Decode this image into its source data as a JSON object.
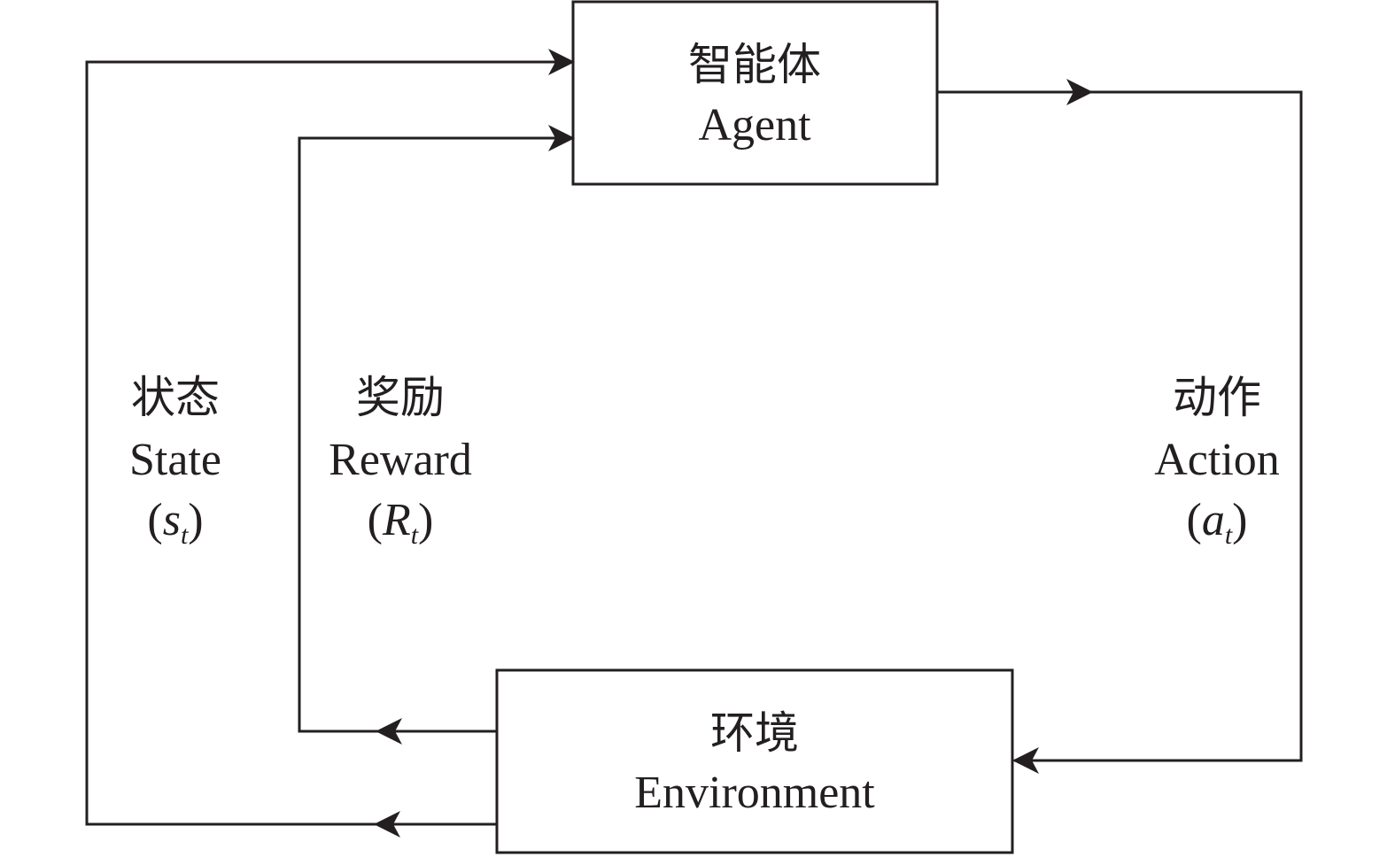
{
  "colors": {
    "stroke": "#231f20",
    "background": "#ffffff"
  },
  "nodes": {
    "agent": {
      "zh": "智能体",
      "en": "Agent"
    },
    "environment": {
      "zh": "环境",
      "en": "Environment"
    }
  },
  "edges": {
    "state": {
      "zh": "状态",
      "en": "State",
      "symbol": "s",
      "subscript": "t",
      "from": "environment",
      "to": "agent"
    },
    "reward": {
      "zh": "奖励",
      "en": "Reward",
      "symbol": "R",
      "subscript": "t",
      "from": "environment",
      "to": "agent"
    },
    "action": {
      "zh": "动作",
      "en": "Action",
      "symbol": "a",
      "subscript": "t",
      "from": "agent",
      "to": "environment"
    }
  },
  "paren_open": "(",
  "paren_close": ")"
}
